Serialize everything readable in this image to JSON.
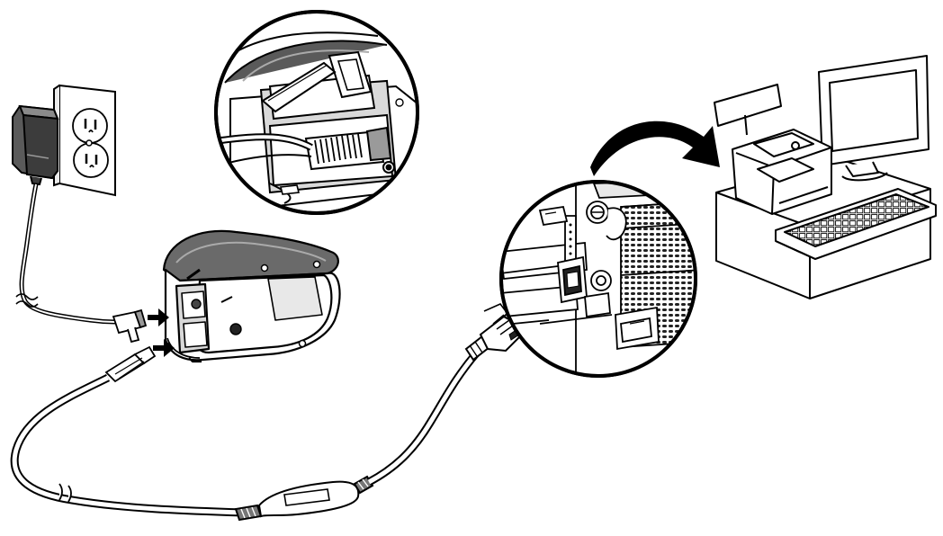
{
  "diagram": {
    "kind": "line-art installation illustration",
    "components": [
      {
        "name": "ac-power-adapter",
        "icon": "power-adapter-icon"
      },
      {
        "name": "wall-outlet",
        "icon": "outlet-icon"
      },
      {
        "name": "scanner-base",
        "icon": "scanner-base-icon"
      },
      {
        "name": "scanner-base-ports-closeup",
        "icon": "magnifier-icon"
      },
      {
        "name": "host-interface-cable",
        "icon": "cable-icon"
      },
      {
        "name": "host-port-closeup",
        "icon": "magnifier-icon"
      },
      {
        "name": "pos-terminal",
        "icon": "pos-terminal-icon"
      }
    ],
    "arrows": [
      {
        "name": "power-plug-arrow",
        "icon": "arrow-right-icon"
      },
      {
        "name": "cable-plug-arrow",
        "icon": "arrow-right-icon"
      },
      {
        "name": "host-plug-arrow",
        "icon": "arrow-right-icon"
      },
      {
        "name": "to-terminal-arrow",
        "icon": "curved-arrow-icon"
      }
    ],
    "colors": {
      "ink": "#000000",
      "paper": "#ffffff",
      "shade": "#d6d6d6",
      "dark": "#4a4a4a"
    }
  }
}
